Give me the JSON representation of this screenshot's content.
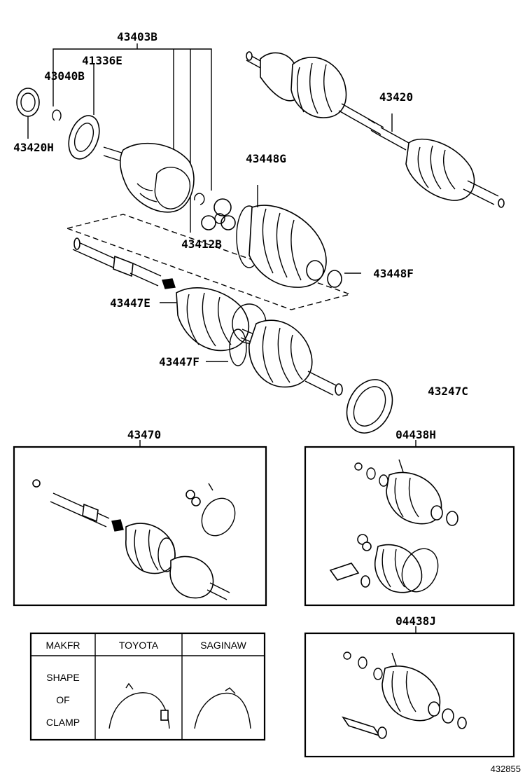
{
  "part_labels": {
    "p43403B": "43403B",
    "p41336E": "41336E",
    "p43040B": "43040B",
    "p43420H": "43420H",
    "p43420": "43420",
    "p43448G": "43448G",
    "p43412B": "43412B",
    "p43448F": "43448F",
    "p43447E": "43447E",
    "p43447F": "43447F",
    "p43247C": "43247C",
    "p43470": "43470",
    "p04438H": "04438H",
    "p04438J": "04438J"
  },
  "clamp_table": {
    "header_makfr": "MAKFR",
    "header_toyota": "TOYOTA",
    "header_saginaw": "SAGINAW",
    "row_label_line1": "SHAPE",
    "row_label_line2": "OF",
    "row_label_line3": "CLAMP"
  },
  "figure_number": "432855"
}
